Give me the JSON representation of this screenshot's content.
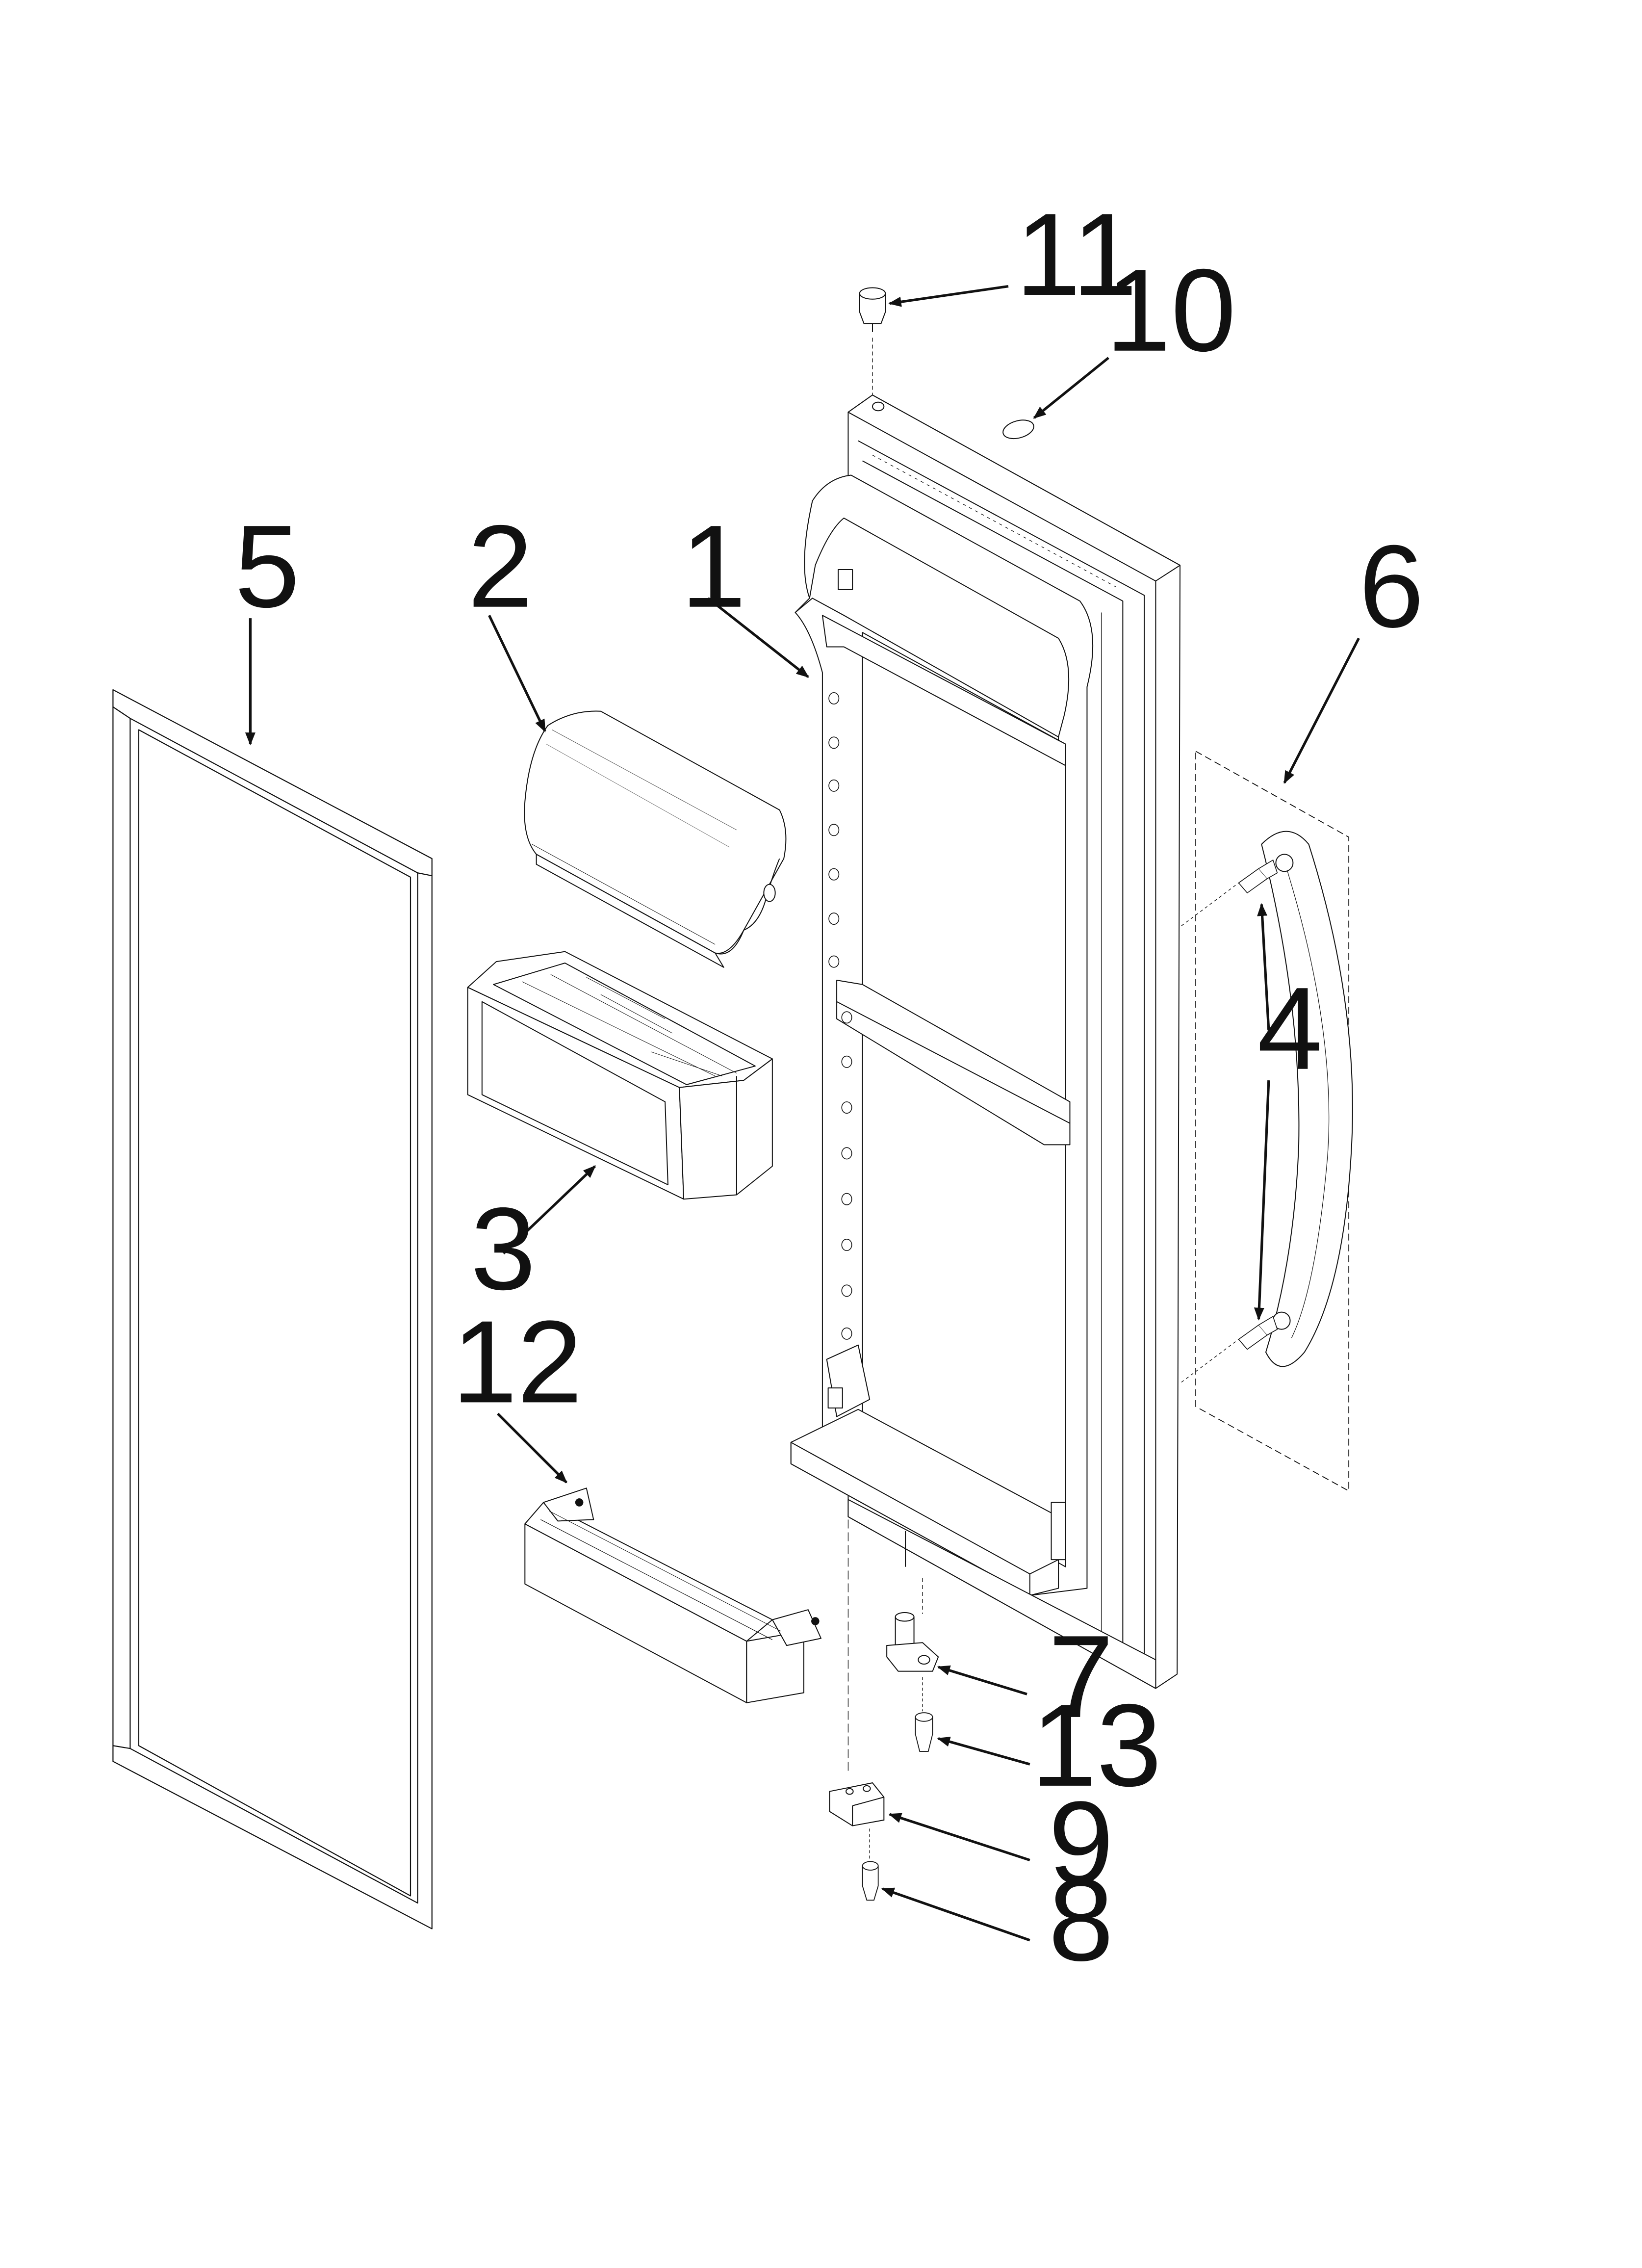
{
  "callouts": {
    "c1": "1",
    "c2": "2",
    "c3": "3",
    "c4": "4",
    "c5": "5",
    "c6": "6",
    "c7": "7",
    "c8": "8",
    "c9": "9",
    "c10": "10",
    "c11": "11",
    "c12": "12",
    "c13": "13"
  },
  "colors": {
    "ink": "#111111",
    "paper": "#ffffff",
    "shade": "#e6e6e6"
  }
}
